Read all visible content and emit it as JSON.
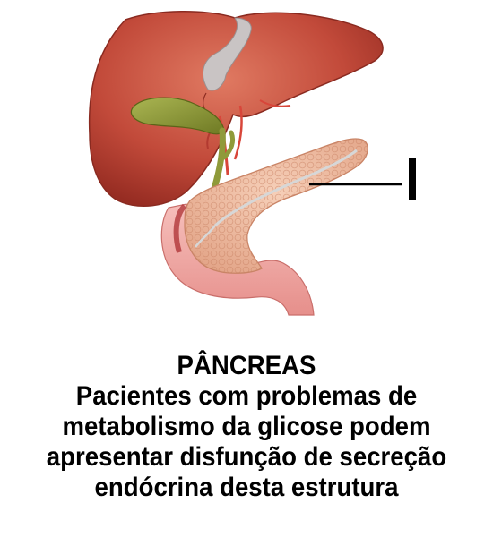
{
  "diagram": {
    "pointer_label": "I",
    "organs": [
      "liver",
      "gallbladder",
      "pancreas",
      "duodenum"
    ],
    "colors": {
      "liver": "#c24a3a",
      "liver_dark": "#9e2f24",
      "gallbladder": "#8f9a3a",
      "pancreas": "#eab49a",
      "duodenum": "#f0aaa6",
      "pointer": "#000000"
    }
  },
  "caption": {
    "title": "PÂNCREAS",
    "line1": "Pacientes com problemas de",
    "line2": "metabolismo da glicose podem",
    "line3": "apresentar disfunção de secreção",
    "line4": "endócrina desta estrutura"
  }
}
